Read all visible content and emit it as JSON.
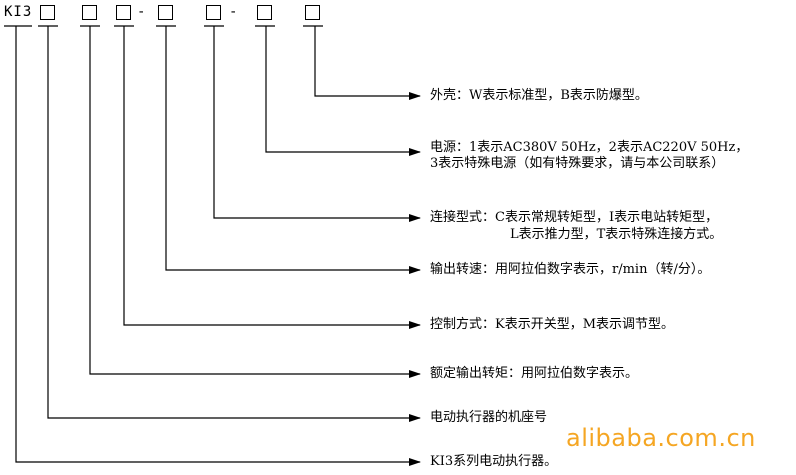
{
  "code_prefix": "KI3",
  "dash": "-",
  "watermark": "alibaba.com.cn",
  "items": [
    {
      "text": "外壳：W表示标准型，B表示防爆型。"
    },
    {
      "text": "电源：1表示AC380V  50Hz，2表示AC220V  50Hz，",
      "text2": "3表示特殊电源（如有特殊要求，请与本公司联系）"
    },
    {
      "text": "连接型式：C表示常规转矩型，I表示电站转矩型，",
      "text2": "L表示推力型，T表示特殊连接方式。"
    },
    {
      "text": "输出转速：用阿拉伯数字表示，r/min（转/分）。"
    },
    {
      "text": "控制方式：K表示开关型，M表示调节型。"
    },
    {
      "text": "额定输出转矩：用阿拉伯数字表示。"
    },
    {
      "text": "电动执行器的机座号"
    },
    {
      "text": "KI3系列电动执行器。"
    }
  ]
}
